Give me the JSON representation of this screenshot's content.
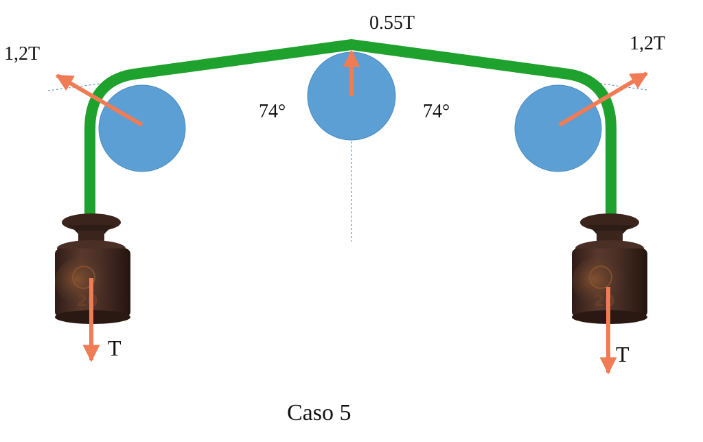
{
  "figure": {
    "caption": "Caso 5",
    "top_force_label": "0.55T",
    "left_force_label": "1,2T",
    "right_force_label": "1,2T",
    "left_angle_label": "74°",
    "right_angle_label": "74°",
    "left_weight_force_label": "T",
    "right_weight_force_label": "T",
    "left_weight_stamp": "20",
    "right_weight_stamp": "20"
  },
  "colors": {
    "rope": "#1fa12d",
    "pulley": "#5b9fd4",
    "pulley_edge": "#4a8bc0",
    "force_arrow": "#f07c55",
    "guide_line": "#4a7fb8",
    "weight_body": "#4a2f26",
    "weight_dark": "#2e1c17",
    "weight_rust": "#7a4a2c",
    "text": "#111111"
  },
  "icons": {
    "pulleys": "circle",
    "weights": "cast-iron-weight"
  }
}
